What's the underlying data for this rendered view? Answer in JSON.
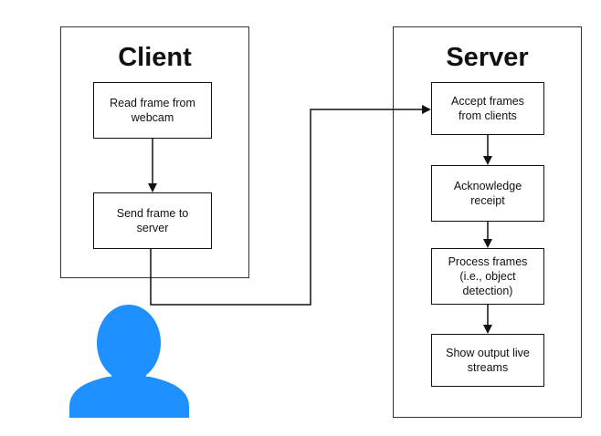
{
  "client": {
    "title": "Client",
    "steps": [
      "Read frame from\nwebcam",
      "Send frame to\nserver"
    ]
  },
  "server": {
    "title": "Server",
    "steps": [
      "Accept frames\nfrom clients",
      "Acknowledge\nreceipt",
      "Process frames\n(i.e., object\ndetection)",
      "Show output live\nstreams"
    ]
  },
  "colors": {
    "user_figure": "#1e90ff",
    "lines": "#111111"
  },
  "icons": {
    "user": "person-silhouette-icon"
  }
}
